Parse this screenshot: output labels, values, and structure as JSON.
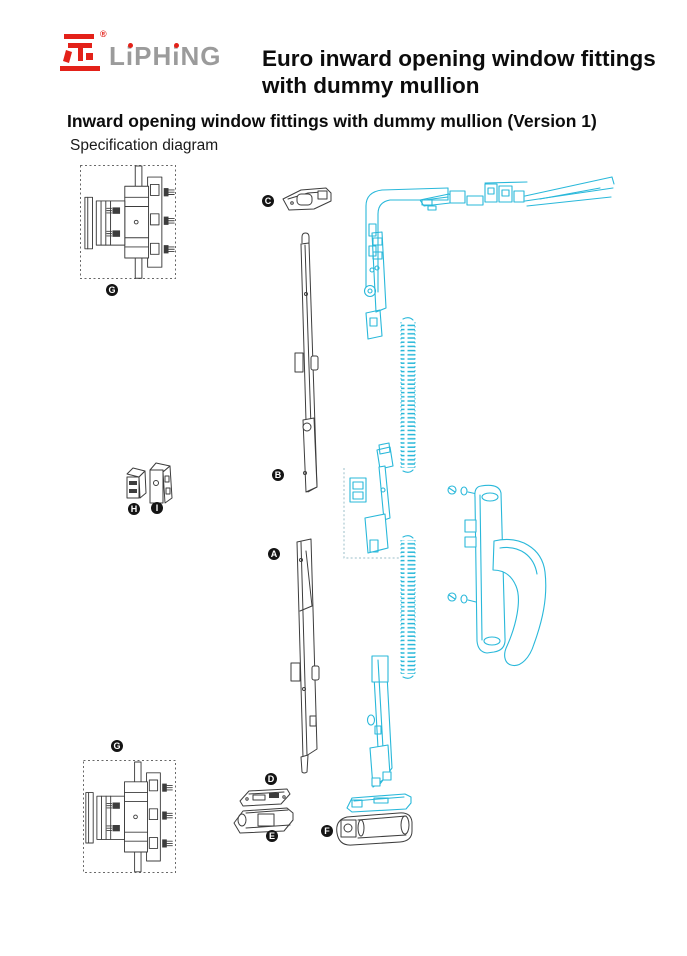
{
  "header": {
    "brand": "LiPHiNG",
    "registered": "®",
    "title_line1": "Euro inward opening window fittings",
    "title_line2": "with dummy mullion",
    "subtitle": "Inward opening window fittings with dummy mullion (Version 1)"
  },
  "diagram": {
    "caption": "Specification diagram",
    "parts": [
      {
        "id": "g-top",
        "label": "G",
        "name": "hinge-assembly-top"
      },
      {
        "id": "c",
        "label": "C",
        "name": "top-keeper"
      },
      {
        "id": "b",
        "label": "B",
        "name": "upper-espagnolette-rod"
      },
      {
        "id": "h",
        "label": "H",
        "name": "small-block-h"
      },
      {
        "id": "i",
        "label": "I",
        "name": "small-block-i"
      },
      {
        "id": "a",
        "label": "A",
        "name": "lower-espagnolette-rod"
      },
      {
        "id": "g-bottom",
        "label": "G",
        "name": "hinge-assembly-bottom"
      },
      {
        "id": "d",
        "label": "D",
        "name": "bottom-keeper"
      },
      {
        "id": "e",
        "label": "E",
        "name": "bottom-rail-e"
      },
      {
        "id": "f",
        "label": "F",
        "name": "bottom-rail-f"
      }
    ]
  },
  "colors": {
    "accent_cyan": "#29b8da",
    "line_dark": "#3d3d3d",
    "brand_red": "#e32119",
    "brand_gray": "#9b9b9b"
  }
}
